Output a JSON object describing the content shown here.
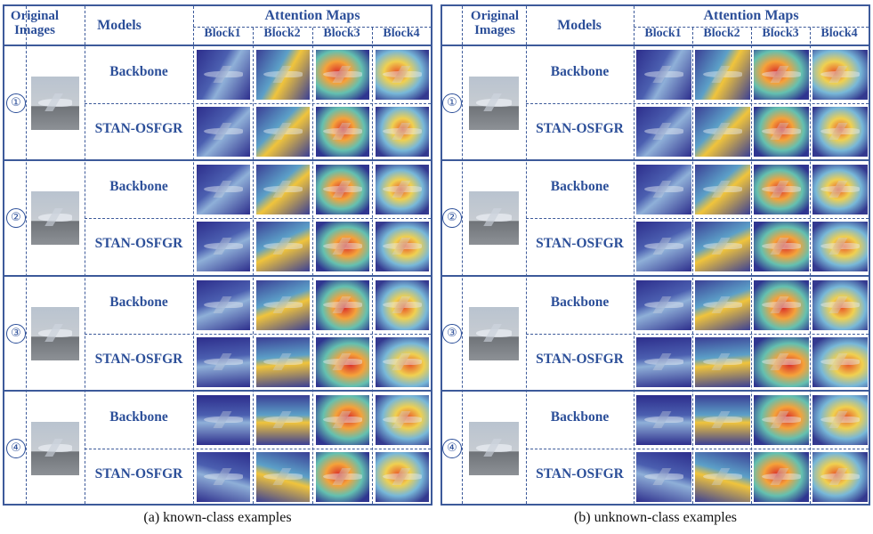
{
  "panels": [
    {
      "caption": "(a) known-class examples",
      "header": {
        "original": "Original Images",
        "models": "Models",
        "attention": "Attention Maps",
        "blocks": [
          "Block1",
          "Block2",
          "Block3",
          "Block4"
        ]
      },
      "rows": [
        {
          "index": "①",
          "models": [
            "Backbone",
            "STAN-OSFGR"
          ]
        },
        {
          "index": "②",
          "models": [
            "Backbone",
            "STAN-OSFGR"
          ]
        },
        {
          "index": "③",
          "models": [
            "Backbone",
            "STAN-OSFGR"
          ]
        },
        {
          "index": "④",
          "models": [
            "Backbone",
            "STAN-OSFGR"
          ]
        }
      ]
    },
    {
      "caption": "(b) unknown-class examples",
      "header": {
        "original": "Original Images",
        "models": "Models",
        "attention": "Attention Maps",
        "blocks": [
          "Block1",
          "Block2",
          "Block3",
          "Block4"
        ]
      },
      "rows": [
        {
          "index": "①",
          "models": [
            "Backbone",
            "STAN-OSFGR"
          ]
        },
        {
          "index": "②",
          "models": [
            "Backbone",
            "STAN-OSFGR"
          ]
        },
        {
          "index": "③",
          "models": [
            "Backbone",
            "STAN-OSFGR"
          ]
        },
        {
          "index": "④",
          "models": [
            "Backbone",
            "STAN-OSFGR"
          ]
        }
      ]
    }
  ],
  "colors": {
    "frame": "#3d5a9a",
    "text": "#2c4f99",
    "cold": "#2d2e8c",
    "warm": "#e8352a",
    "mid": "#f2c63c"
  }
}
